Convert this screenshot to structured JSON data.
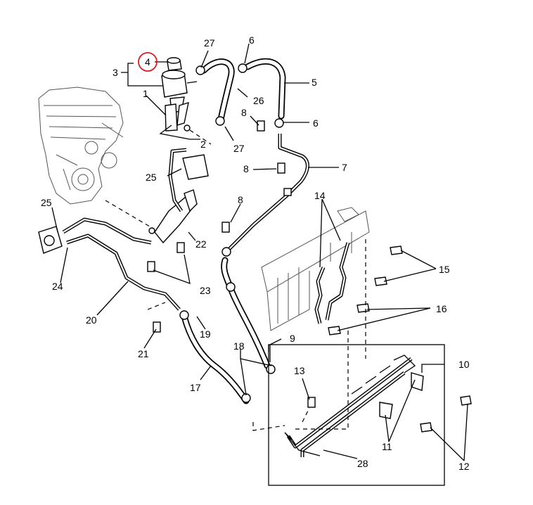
{
  "highlight_color": "#d62020",
  "callouts": {
    "c1": "1",
    "c2": "2",
    "c3": "3",
    "c4": "4",
    "c5": "5",
    "c6a": "6",
    "c6b": "6",
    "c7": "7",
    "c8a": "8",
    "c8b": "8",
    "c8c": "8",
    "c9": "9",
    "c10": "10",
    "c11": "11",
    "c12": "12",
    "c13": "13",
    "c14": "14",
    "c15": "15",
    "c16": "16",
    "c17": "17",
    "c18": "18",
    "c19": "19",
    "c20": "20",
    "c21": "21",
    "c22": "22",
    "c23": "23",
    "c24": "24",
    "c25a": "25",
    "c25b": "25",
    "c26": "26",
    "c27a": "27",
    "c27b": "27",
    "c28": "28"
  }
}
